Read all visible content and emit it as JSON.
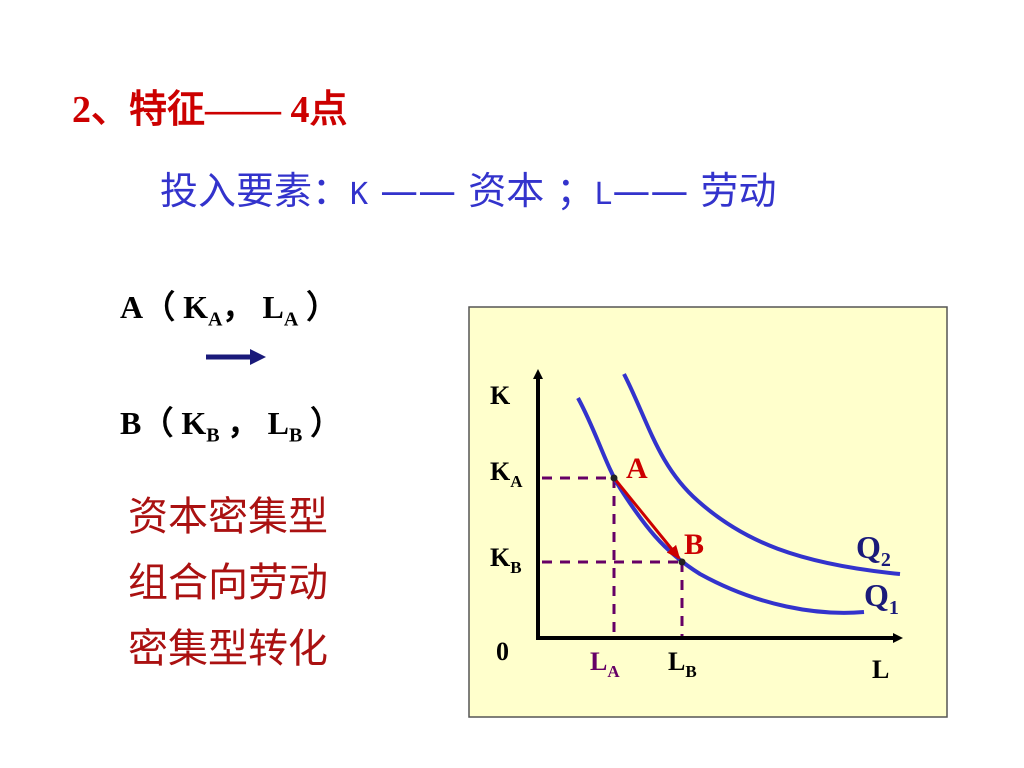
{
  "heading": "2、特征—— 4点",
  "inputs": {
    "prefix": "投入要素：",
    "k_symbol": "K",
    "dash1": " —— ",
    "k_name": "资本",
    "sep": " ；",
    "l_symbol": "L",
    "dash2": "—— ",
    "l_name": "劳动"
  },
  "point_a": {
    "open": "A（ K",
    "k_sub": "A",
    "mid": "，  L",
    "l_sub": "A",
    "close": " ）"
  },
  "point_b": {
    "open": "B（ K",
    "k_sub": "B",
    "mid": " ，  L",
    "l_sub": "B",
    "close": " ）"
  },
  "description": [
    "资本密集型",
    "组合向劳动",
    "密集型转化"
  ],
  "diagram": {
    "axis_k": "K",
    "axis_l": "L",
    "origin": "0",
    "ka_main": "K",
    "ka_sub": "A",
    "kb_main": "K",
    "kb_sub": "B",
    "la_main": "L",
    "la_sub": "A",
    "lb_main": "L",
    "lb_sub": "B",
    "point_a": "A",
    "point_b": "B",
    "q2_main": "Q",
    "q2_sub": "2",
    "q1_main": "Q",
    "q1_sub": "1"
  },
  "colors": {
    "heading": "#cc0000",
    "inputs": "#3333cc",
    "curve": "#3333cc",
    "move_arrow": "#cc0000",
    "guides": "#660066",
    "panel_bg": "#ffffcc",
    "description": "#aa1111",
    "nav_arrow": "#1a1a7a"
  }
}
